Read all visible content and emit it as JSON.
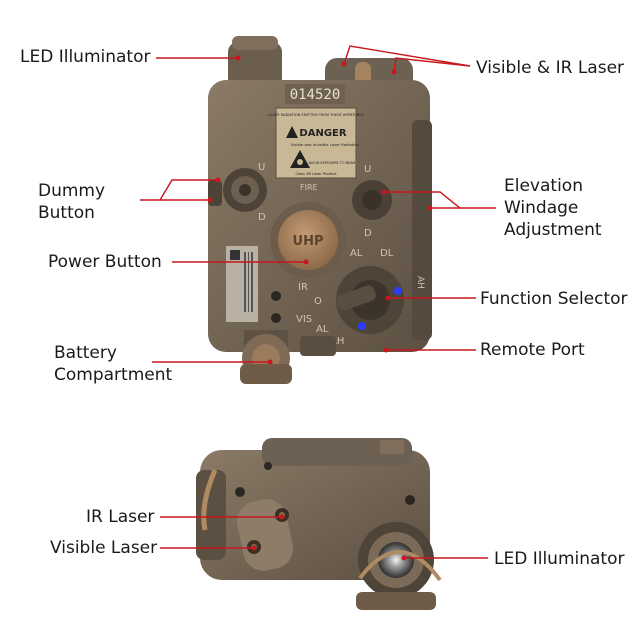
{
  "device": {
    "serial": "014520",
    "warning_top": "LASER RADIATION EMITTED FROM THESE APERTURES",
    "warning_title": "DANGER",
    "warning_body": "Visible and Invisible Laser Radiation",
    "warning_avoid": "AVOID EXPOSURE TO BEAM",
    "warning_class": "Class 3B Laser Product",
    "fire_text": "FIRE",
    "uhp_text": "UHP",
    "up_mark": "U",
    "down_mark": "D",
    "mode_al": "AL",
    "mode_dl": "DL",
    "mode_ah": "AH",
    "mode_ir": "IR",
    "mode_vis": "VIS",
    "mode_off": "O"
  },
  "labels": {
    "led_illuminator_top": "LED Illuminator",
    "visible_ir_laser": "Visible & IR Laser",
    "dummy_button_line1": "Dummy",
    "dummy_button_line2": "Button",
    "elevation_line1": "Elevation",
    "elevation_line2": "Windage",
    "elevation_line3": "Adjustment",
    "power_button": "Power Button",
    "function_selector": "Function Selector",
    "battery_line1": "Battery",
    "battery_line2": "Compartment",
    "remote_port": "Remote Port",
    "ir_laser": "IR Laser",
    "visible_laser": "Visible Laser",
    "led_illuminator_bottom": "LED Illuminator"
  },
  "colors": {
    "leader_line": "#c8161d",
    "body_tan": "#7a6b58",
    "body_dark": "#5e5244",
    "accent_blue": "#2a3cff"
  }
}
